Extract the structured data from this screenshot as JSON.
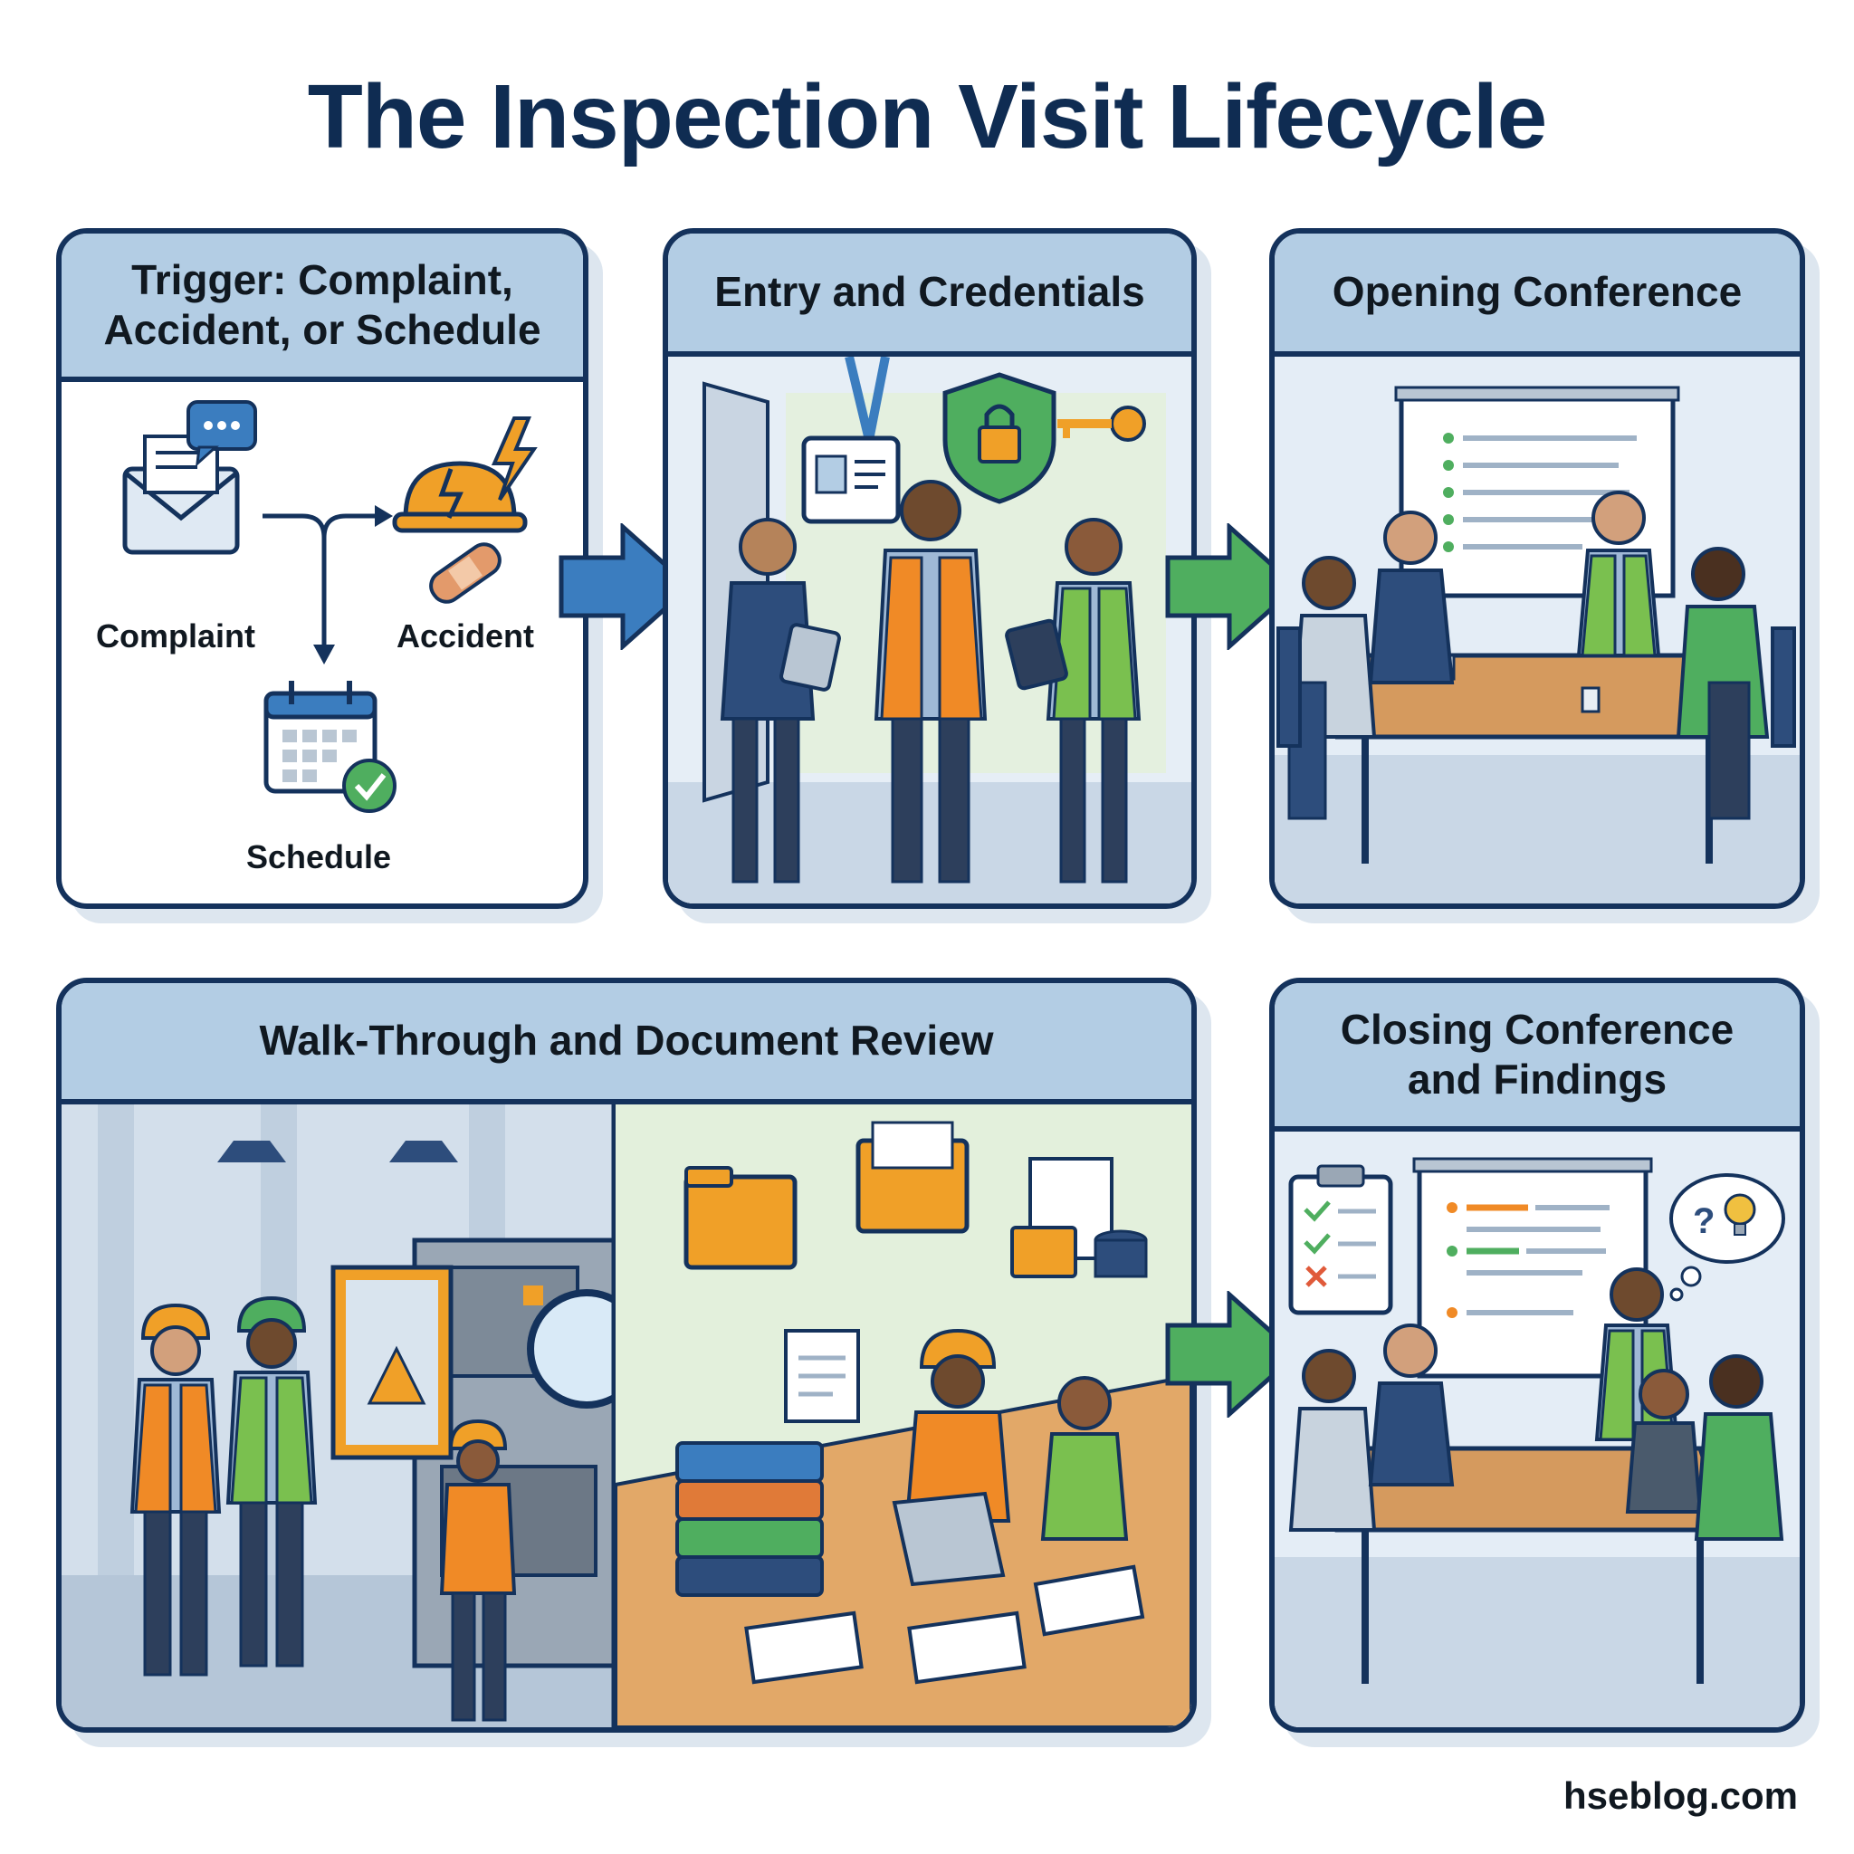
{
  "title": "The Inspection Visit Lifecycle",
  "panels": [
    {
      "heading_lines": [
        "Trigger: Complaint,",
        "Accident, or Schedule"
      ],
      "labels": {
        "complaint": "Complaint",
        "accident": "Accident",
        "schedule": "Schedule"
      }
    },
    {
      "heading_lines": [
        "Entry and Credentials"
      ]
    },
    {
      "heading_lines": [
        "Opening Conference"
      ]
    },
    {
      "heading_lines": [
        "Walk-Through and Document Review"
      ]
    },
    {
      "heading_lines": [
        "Closing Conference",
        "and Findings"
      ]
    }
  ],
  "colors": {
    "heading_bg": "#b3cde4",
    "border": "#14325c",
    "arrow_blue": "#3b7dbf",
    "arrow_green": "#4fae5f",
    "title": "#0f2c52"
  },
  "footer": "hseblog.com"
}
